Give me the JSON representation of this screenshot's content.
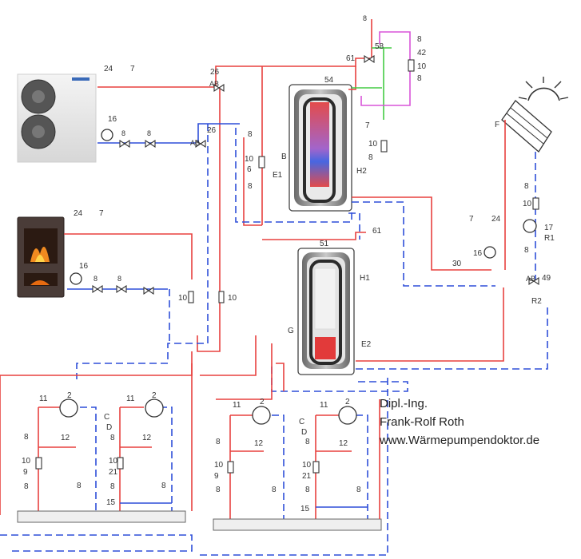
{
  "credit": {
    "line1": "Dipl.-Ing.",
    "line2": "Frank-Rolf Roth",
    "line3": "www.Wärmepumpendoktor.de"
  },
  "tanks": {
    "upper": {
      "number": "54",
      "coil_top_label": "B",
      "coil_label": "E1",
      "coil_right_label": "H2"
    },
    "lower": {
      "number": "51",
      "h_label": "H1",
      "g_label": "G",
      "e_label": "E2"
    }
  },
  "labels": {
    "hp_valve": "26",
    "hp_valve2": "26",
    "hp_meter": "24",
    "hp_safety": "7",
    "hp_pump": "16",
    "hp_fill1": "8",
    "hp_fill2": "8",
    "stove_meter": "24",
    "stove_safety": "7",
    "stove_pump": "16",
    "stove_v1": "8",
    "stove_v2": "8",
    "left10a": "10",
    "left10b": "10",
    "mid8": "8",
    "mid10": "10",
    "mid6": "6",
    "mid8b": "8",
    "top_valve": "8",
    "top_mixer": "58",
    "top_out": "61",
    "top_right8": "8",
    "top_right42": "42",
    "top_right10": "10",
    "top_right8b": "8",
    "dhw7": "7",
    "dhw10": "10",
    "dhw8": "8",
    "out61": "61",
    "solar_f": "F",
    "solar8a": "8",
    "solar10": "10",
    "solar17": "17",
    "solar_r1": "R1",
    "solar8b": "8",
    "solar7": "7",
    "solar24": "24",
    "solar16": "16",
    "solar30": "30",
    "solar49": "49",
    "solar_r2": "R2",
    "ab": "AB"
  },
  "circuits": [
    {
      "mix": "11",
      "pump": "2",
      "v1": "8",
      "bypass": "12",
      "sensor": "10",
      "sensor2": "9",
      "v2": "8",
      "v3": "8"
    },
    {
      "mix": "11",
      "pump": "2",
      "c": "C",
      "d": "D",
      "v1": "8",
      "bypass": "12",
      "sensor": "10",
      "sensor2": "21",
      "v2": "8",
      "v3": "8",
      "bottom": "15"
    },
    {
      "mix": "11",
      "pump": "2",
      "v1": "8",
      "bypass": "12",
      "sensor": "10",
      "sensor2": "9",
      "v2": "8",
      "v3": "8"
    },
    {
      "mix": "11",
      "pump": "2",
      "c": "C",
      "d": "D",
      "v1": "8",
      "bypass": "12",
      "sensor": "10",
      "sensor2": "21",
      "v2": "8",
      "v3": "8",
      "bottom": "15"
    }
  ]
}
